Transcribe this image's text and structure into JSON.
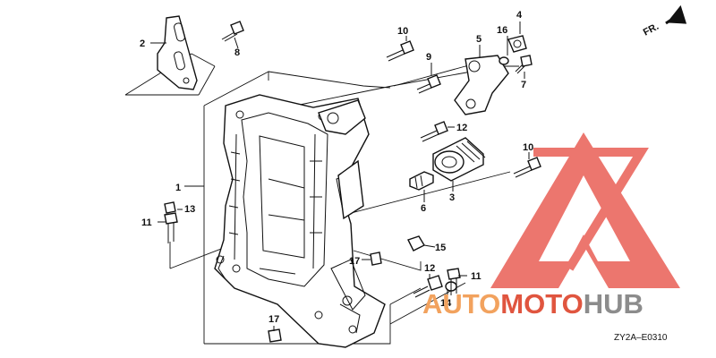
{
  "diagram": {
    "direction_label": "FR.",
    "figure_code": "ZY2A–E0310",
    "callouts": {
      "c1": "1",
      "c2": "2",
      "c3": "3",
      "c4": "4",
      "c5": "5",
      "c6": "6",
      "c7": "7",
      "c8": "8",
      "c9": "9",
      "c10a": "10",
      "c10b": "10",
      "c11a": "11",
      "c11b": "11",
      "c12a": "12",
      "c12b": "12",
      "c13": "13",
      "c14": "14",
      "c15": "15",
      "c16": "16",
      "c17a": "17",
      "c17b": "17"
    }
  },
  "watermark": {
    "text_auto": "AUTO",
    "text_moto": "MOTO",
    "text_hub": "HUB",
    "colors": {
      "auto": "#f2a25e",
      "moto": "#e0553f",
      "hub": "#8c8c8c",
      "logo": "#e8544b"
    }
  }
}
